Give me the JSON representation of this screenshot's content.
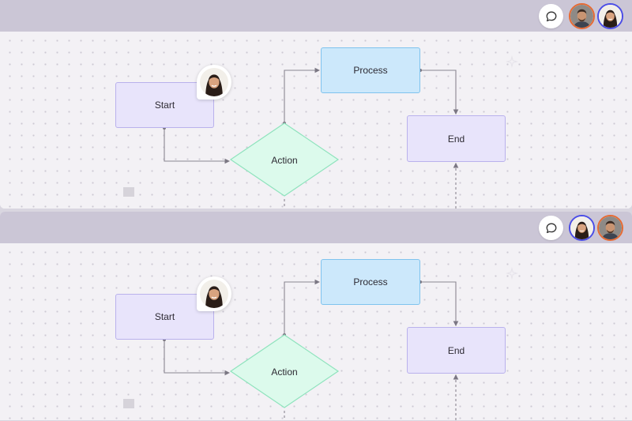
{
  "colors": {
    "toolbar": "#cbc6d6",
    "canvas": "#f3f1f5",
    "start_fill": "#e8e4fb",
    "process_fill": "#cce8fb",
    "action_fill": "#dcfaec",
    "accent_orange": "#e66a33",
    "accent_blue": "#4b4de6"
  },
  "icons": {
    "chat": "speech-bubble-icon",
    "canvas_badge": "sparkle-icon"
  },
  "panels": [
    {
      "flow": {
        "start": "Start",
        "process": "Process",
        "action": "Action",
        "end": "End"
      },
      "collaborators": [
        "man-avatar",
        "woman-avatar"
      ]
    },
    {
      "flow": {
        "start": "Start",
        "process": "Process",
        "action": "Action",
        "end": "End"
      },
      "collaborators": [
        "woman-avatar",
        "man-avatar"
      ]
    }
  ]
}
